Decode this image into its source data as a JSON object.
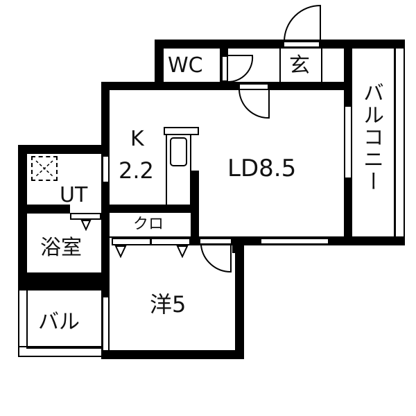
{
  "floor_plan": {
    "rooms": [
      {
        "id": "wc",
        "label": "WC"
      },
      {
        "id": "entrance",
        "label": "玄"
      },
      {
        "id": "kitchen",
        "label_line1": "K",
        "label_line2": "2.2"
      },
      {
        "id": "living_dining",
        "label": "LD8.5"
      },
      {
        "id": "balcony_main",
        "label": "バルコニー"
      },
      {
        "id": "utility",
        "label": "UT"
      },
      {
        "id": "bathroom",
        "label": "浴室"
      },
      {
        "id": "closet",
        "label": "クロ"
      },
      {
        "id": "western_room",
        "label": "洋5"
      },
      {
        "id": "balcony_small",
        "label": "バル"
      }
    ],
    "colors": {
      "wall": "#000000",
      "background": "#ffffff"
    }
  }
}
